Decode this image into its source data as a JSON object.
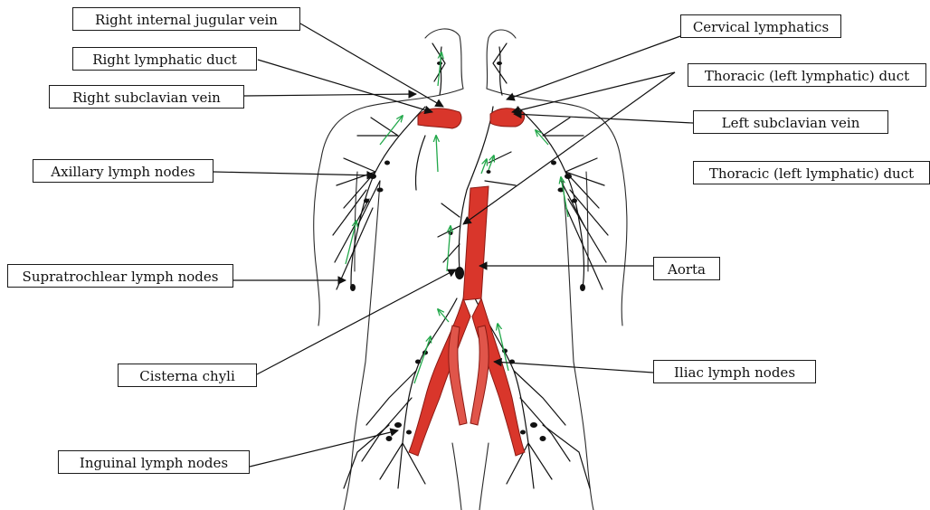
{
  "figure": {
    "labels": {
      "right_internal_jugular_vein": "Right internal jugular vein",
      "right_lymphatic_duct": "Right lymphatic duct",
      "right_subclavian_vein": "Right subclavian vein",
      "axillary_lymph_nodes": "Axillary lymph nodes",
      "supratrochlear_lymph_nodes": "Supratrochlear lymph nodes",
      "cisterna_chyli": "Cisterna chyli",
      "inguinal_lymph_nodes": "Inguinal lymph nodes",
      "cervical_lymphatics": "Cervical lymphatics",
      "thoracic_duct_top": "Thoracic (left lymphatic) duct",
      "left_subclavian_vein": "Left subclavian vein",
      "thoracic_duct_mid": "Thoracic (left lymphatic) duct",
      "aorta": "Aorta",
      "iliac_lymph_nodes": "Iliac lymph nodes"
    },
    "colors": {
      "vessel_red": "#d9362b",
      "vessel_outline": "#8a1a14",
      "flow_arrow_green": "#22a84a",
      "ink": "#111111"
    },
    "icons": [
      "flow-arrow-icon",
      "leader-arrow-icon"
    ]
  }
}
